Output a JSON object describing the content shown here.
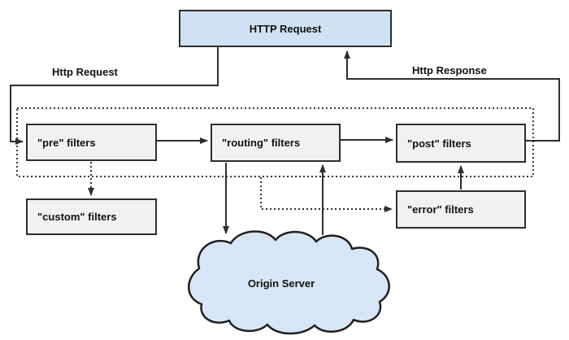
{
  "nodes": {
    "http_request": "HTTP Request",
    "pre_filters": "\"pre\" filters",
    "routing_filters": "\"routing\" filters",
    "post_filters": "\"post\" filters",
    "custom_filters": "\"custom\" filters",
    "error_filters": "\"error\" filters",
    "origin_server": "Origin Server"
  },
  "edge_labels": {
    "request": "Http Request",
    "response": "Http Response"
  },
  "colors": {
    "request_box_fill": "#cfe2f3",
    "cloud_fill": "#d7e6f6",
    "filter_box_fill": "#f1f1f1",
    "stroke": "#2e2e2e"
  }
}
